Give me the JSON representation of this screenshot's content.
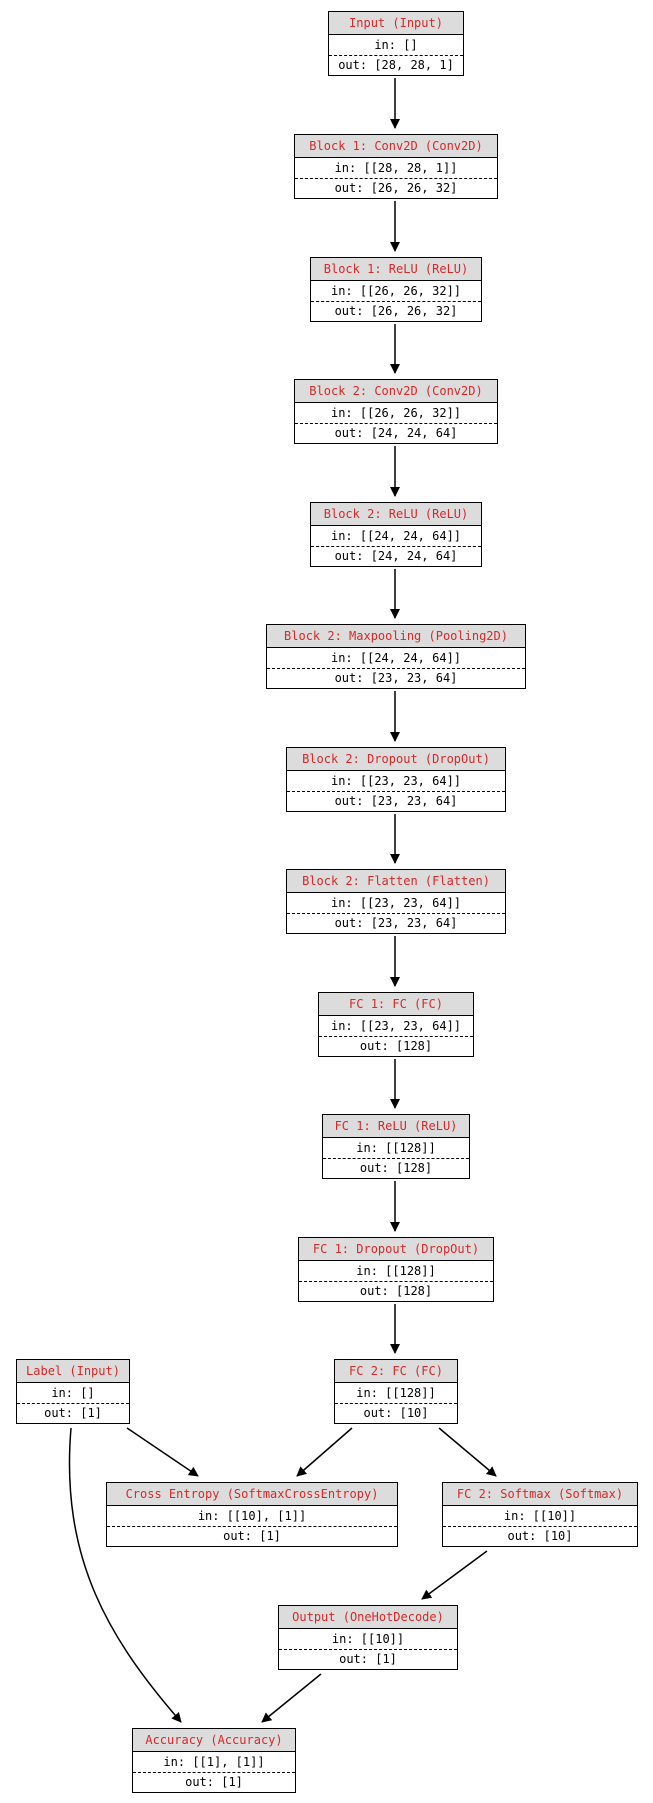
{
  "graph": {
    "nodes": [
      {
        "title": "Input (Input)",
        "in": "in: []",
        "out": "out: [28, 28, 1]"
      },
      {
        "title": "Block 1: Conv2D (Conv2D)",
        "in": "in: [[28, 28, 1]]",
        "out": "out: [26, 26, 32]"
      },
      {
        "title": "Block 1: ReLU (ReLU)",
        "in": "in: [[26, 26, 32]]",
        "out": "out: [26, 26, 32]"
      },
      {
        "title": "Block 2: Conv2D (Conv2D)",
        "in": "in: [[26, 26, 32]]",
        "out": "out: [24, 24, 64]"
      },
      {
        "title": "Block 2: ReLU (ReLU)",
        "in": "in: [[24, 24, 64]]",
        "out": "out: [24, 24, 64]"
      },
      {
        "title": "Block 2: Maxpooling (Pooling2D)",
        "in": "in: [[24, 24, 64]]",
        "out": "out: [23, 23, 64]"
      },
      {
        "title": "Block 2: Dropout (DropOut)",
        "in": "in: [[23, 23, 64]]",
        "out": "out: [23, 23, 64]"
      },
      {
        "title": "Block 2: Flatten (Flatten)",
        "in": "in: [[23, 23, 64]]",
        "out": "out: [23, 23, 64]"
      },
      {
        "title": "FC 1: FC (FC)",
        "in": "in: [[23, 23, 64]]",
        "out": "out: [128]"
      },
      {
        "title": "FC 1: ReLU (ReLU)",
        "in": "in: [[128]]",
        "out": "out: [128]"
      },
      {
        "title": "FC 1: Dropout (DropOut)",
        "in": "in: [[128]]",
        "out": "out: [128]"
      },
      {
        "title": "Label (Input)",
        "in": "in: []",
        "out": "out: [1]"
      },
      {
        "title": "FC 2: FC  (FC)",
        "in": "in: [[128]]",
        "out": "out: [10]"
      },
      {
        "title": "Cross Entropy (SoftmaxCrossEntropy)",
        "in": "in: [[10], [1]]",
        "out": "out: [1]"
      },
      {
        "title": "FC 2: Softmax (Softmax)",
        "in": "in: [[10]]",
        "out": "out: [10]"
      },
      {
        "title": "Output (OneHotDecode)",
        "in": "in: [[10]]",
        "out": "out: [1]"
      },
      {
        "title": "Accuracy (Accuracy)",
        "in": "in: [[1], [1]]",
        "out": "out: [1]"
      }
    ]
  }
}
